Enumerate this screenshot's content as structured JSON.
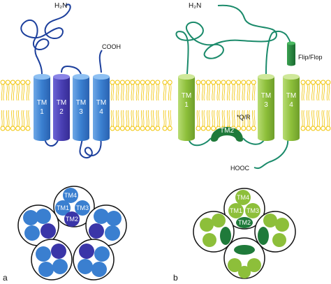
{
  "panel_a": {
    "letter": "a",
    "n_terminus": "H₂N",
    "c_terminus": "COOH",
    "segments": [
      {
        "line1": "TM",
        "line2": "1"
      },
      {
        "line1": "TM",
        "line2": "2"
      },
      {
        "line1": "TM",
        "line2": "3"
      },
      {
        "line1": "TM",
        "line2": "4"
      }
    ],
    "pore_labels": [
      "TM4",
      "TM1",
      "TM3",
      "TM2"
    ],
    "colors": {
      "helix": "#3a7fd0",
      "helix_dark": "#3a35a8",
      "loop": "#1c3f9c"
    }
  },
  "panel_b": {
    "letter": "b",
    "n_terminus": "H₂N",
    "c_terminus": "HOOC",
    "segments": [
      {
        "line1": "TM",
        "line2": "1"
      },
      {
        "line1": "TM",
        "line2": "3"
      },
      {
        "line1": "TM",
        "line2": "4"
      }
    ],
    "re_entrant": "TM2",
    "site_label": "*Q/R",
    "splice_label": "Flip/Flop",
    "pore_labels": [
      "TM4",
      "TM1",
      "TM3",
      "TM2"
    ],
    "colors": {
      "helix": "#8dbf3a",
      "helix_dark": "#1f7a3a",
      "loop": "#1a8a6a"
    }
  },
  "membrane_color": "#f0c300"
}
